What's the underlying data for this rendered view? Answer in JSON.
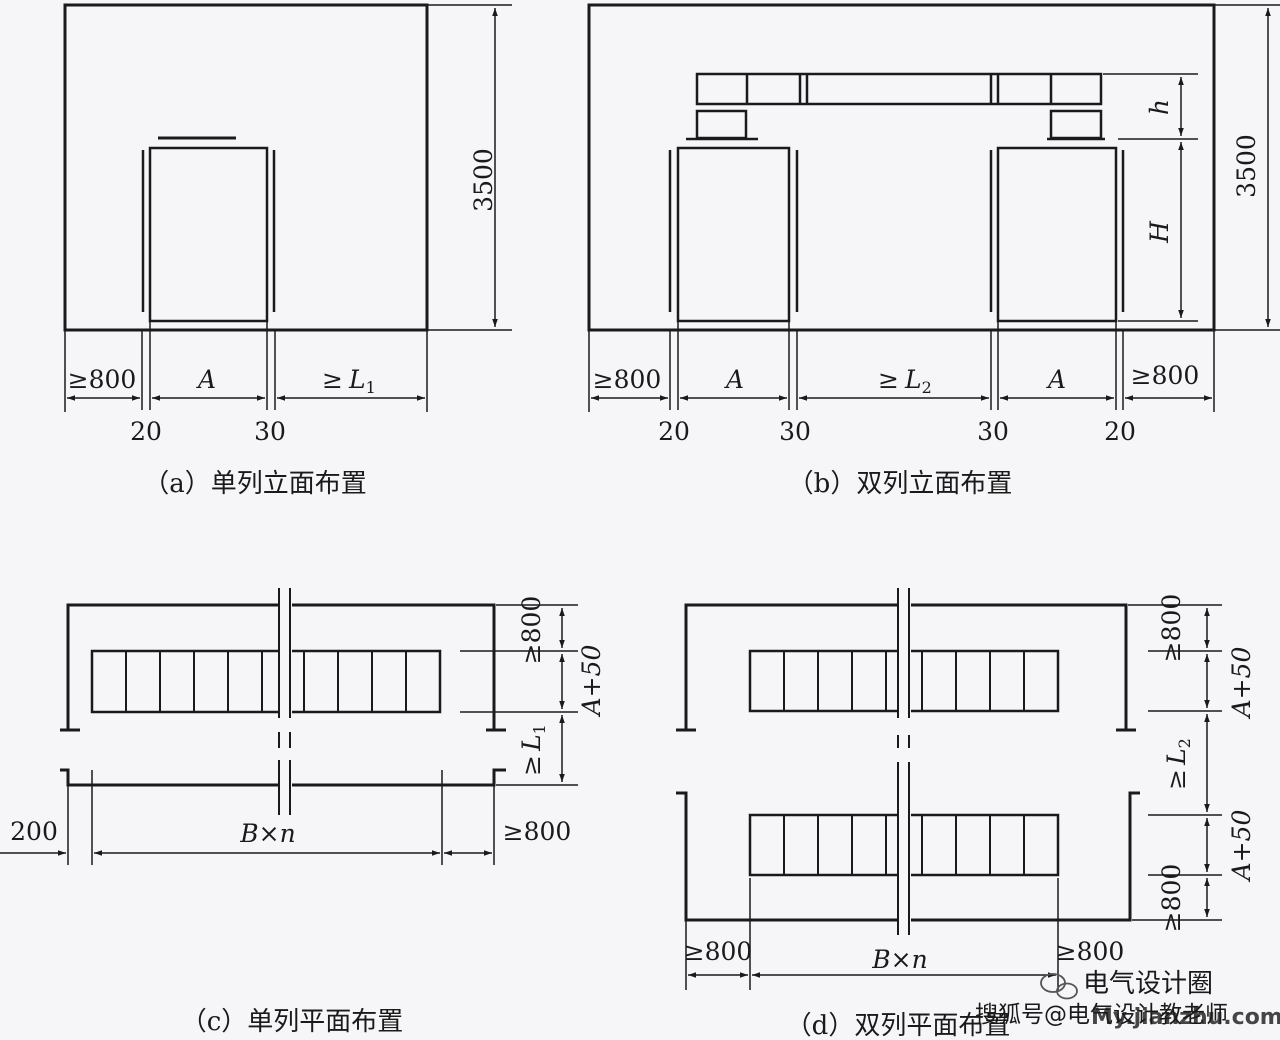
{
  "captions": {
    "a": "（a）单列立面布置",
    "b": "（b）双列立面布置",
    "c": "（c）单列平面布置",
    "d": "（d）双列平面布置"
  },
  "dims": {
    "h3500": "3500",
    "ge800": "≥800",
    "A": "A",
    "L1": "L",
    "L1_sub": "1",
    "L2": "L",
    "L2_sub": "2",
    "geq": "≥",
    "n20": "20",
    "n30": "30",
    "h": "h",
    "H": "H",
    "n200": "200",
    "BxN": "B×n",
    "Aplus50": "A+50"
  },
  "watermark": {
    "brand": "电气设计圈",
    "source": "搜狐号@电气设计教老师",
    "site": "My.jianzhu.com"
  },
  "colors": {
    "line": "#1a1a1a",
    "background": "#f6f5f8",
    "watermark_red": "#d6422c"
  }
}
